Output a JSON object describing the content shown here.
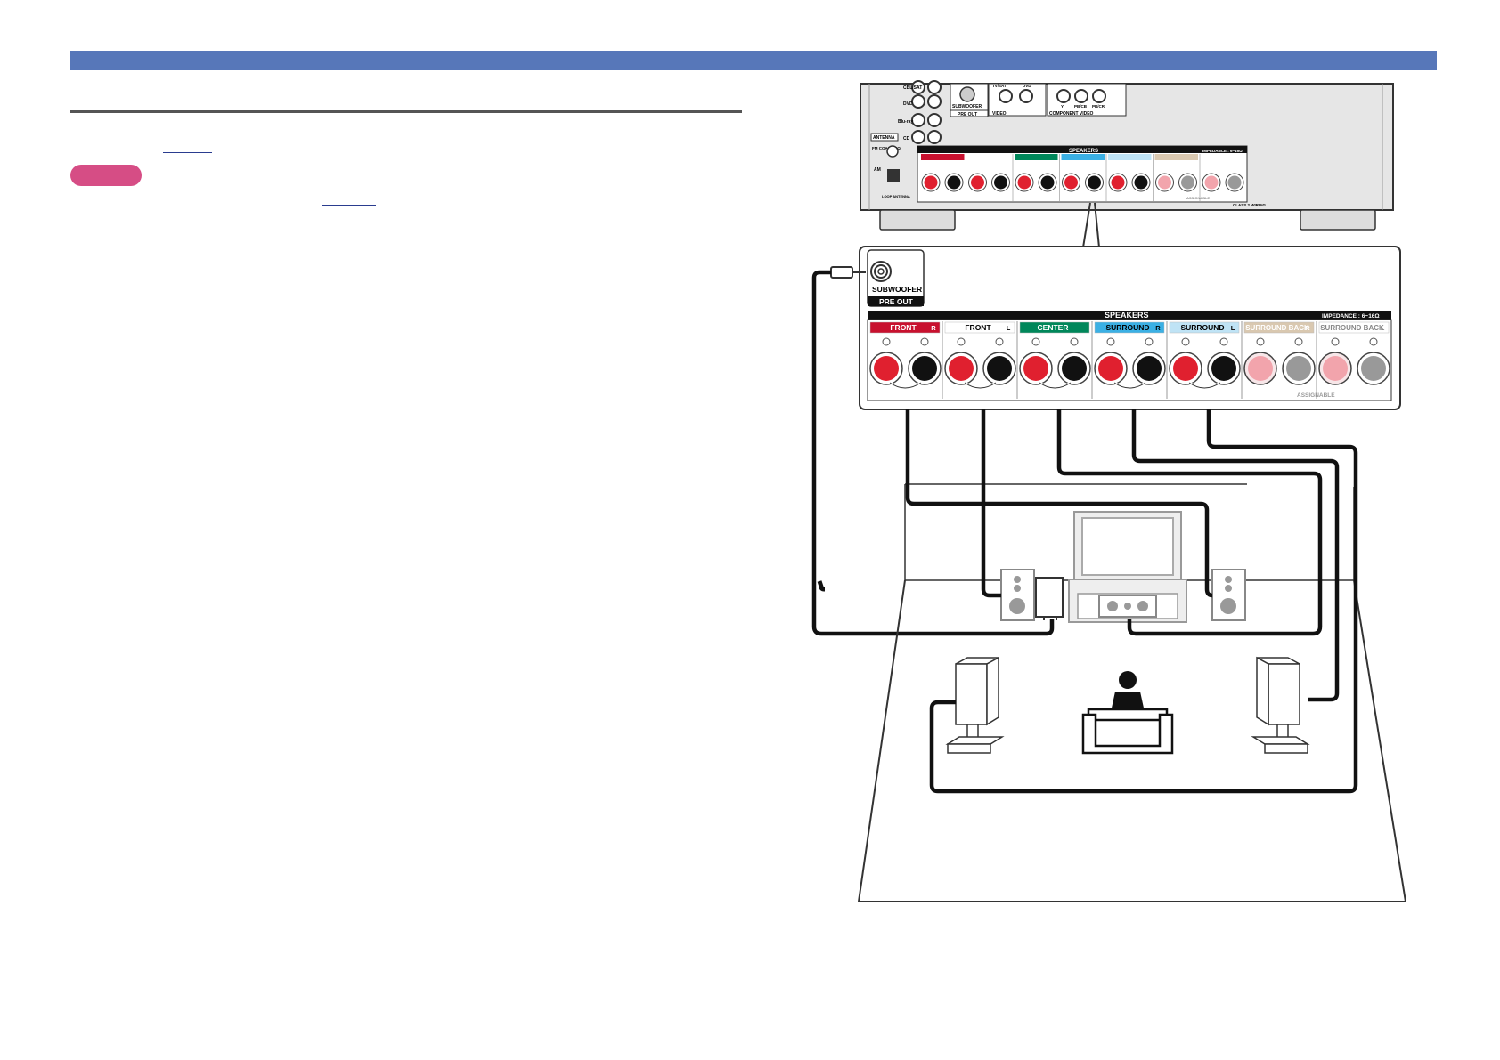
{
  "colors": {
    "header_bar": "#5777b9",
    "note_badge": "#d64d85",
    "front_r": "#c8102e",
    "center": "#00875a",
    "surround_r": "#3bb0e4",
    "surround_l": "#bfe3f5",
    "surround_back": "#d9c8b0"
  },
  "receiver_top": {
    "inputs": [
      "CBL/SAT",
      "DVD",
      "Blu-ray",
      "CD"
    ],
    "antenna": "ANTENNA",
    "fm": "FM COAX. 75Ω",
    "am": "AM",
    "loop": "LOOP ANTENNA",
    "subwoofer": "SUBWOOFER",
    "pre_out": "PRE OUT",
    "video_cols": [
      "TV/SAT",
      "DVD"
    ],
    "video": "VIDEO",
    "component_cols": [
      "Y",
      "PB/CB",
      "PR/CR"
    ],
    "component": "COMPONENT VIDEO",
    "speakers": "SPEAKERS",
    "impedance": "IMPEDANCE : 6~16Ω",
    "class2": "CLASS 2 WIRING",
    "assignable": "ASSIGNABLE"
  },
  "detail": {
    "subwoofer": "SUBWOOFER",
    "pre_out": "PRE OUT",
    "speakers": "SPEAKERS",
    "impedance": "IMPEDANCE : 6~16Ω",
    "assignable": "ASSIGNABLE",
    "channels": [
      {
        "label": "FRONT",
        "badge": "R",
        "color": "#c8102e",
        "text_color": "#ffffff",
        "active": true
      },
      {
        "label": "FRONT",
        "badge": "L",
        "color": "#ffffff",
        "text_color": "#000000",
        "active": true
      },
      {
        "label": "CENTER",
        "badge": "",
        "color": "#00875a",
        "text_color": "#ffffff",
        "active": true
      },
      {
        "label": "SURROUND",
        "badge": "R",
        "color": "#3bb0e4",
        "text_color": "#000000",
        "active": true
      },
      {
        "label": "SURROUND",
        "badge": "L",
        "color": "#bfe3f5",
        "text_color": "#000000",
        "active": true
      },
      {
        "label": "SURROUND BACK",
        "badge": "R",
        "color": "#d9c8b0",
        "text_color": "#ffffff",
        "active": false
      },
      {
        "label": "SURROUND BACK",
        "badge": "L",
        "color": "#ffffff",
        "text_color": "#888888",
        "active": false
      }
    ]
  }
}
